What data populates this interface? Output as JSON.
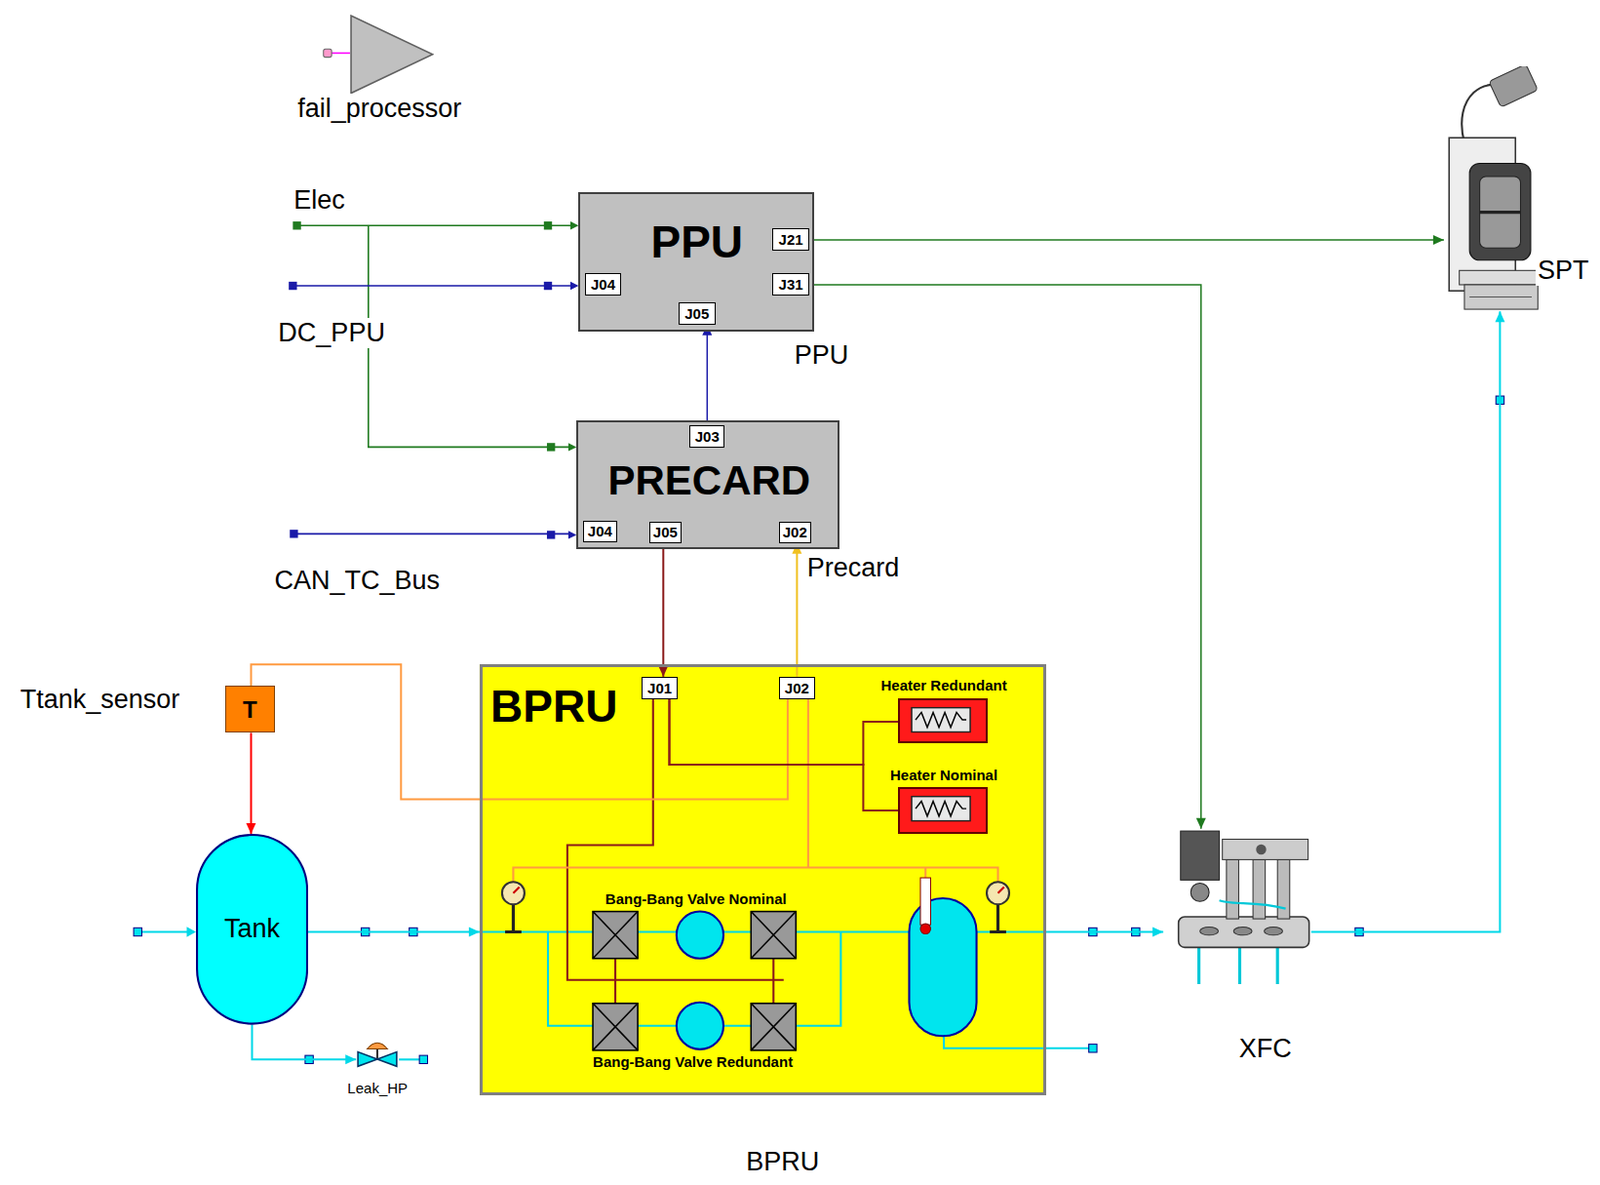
{
  "diagram": {
    "nodes": [
      {
        "text": [
          "fail_processor"
        ]
      },
      {
        "text": [
          "PPU",
          "PPU"
        ]
      },
      {
        "text": [
          "J21"
        ],
        "in": 1
      },
      {
        "text": [
          "J04"
        ],
        "in": 1
      },
      {
        "text": [
          "J31"
        ],
        "in": 1
      },
      {
        "text": [
          "J05"
        ],
        "in": 1
      },
      {
        "text": [
          "PRECARD",
          "Precard"
        ]
      },
      {
        "text": [
          "J03"
        ],
        "in": 6
      },
      {
        "text": [
          "J04"
        ],
        "in": 6
      },
      {
        "text": [
          "J05"
        ],
        "in": 6
      },
      {
        "text": [
          "J02"
        ],
        "in": 6
      },
      {
        "text": [
          "T",
          "Ttank_sensor"
        ]
      },
      {
        "text": [
          "Tank"
        ]
      },
      {
        "text": [
          "Leak_HP"
        ]
      },
      {
        "text": [
          "BPRU",
          "BPRU"
        ]
      },
      {
        "text": [
          "J01"
        ],
        "in": 14
      },
      {
        "text": [
          "J02"
        ],
        "in": 14
      },
      {
        "text": [
          "Heater Redundant"
        ],
        "in": 14
      },
      {
        "text": [
          "Heater Nominal"
        ],
        "in": 14
      },
      {
        "text": [
          "XFC"
        ]
      },
      {
        "text": [
          "SPT"
        ]
      }
    ],
    "edges": [
      {
        "from": 7,
        "to": 5,
        "arrow": "to"
      },
      {
        "from": 2,
        "to": 20,
        "arrow": "to"
      },
      {
        "from": 4,
        "to": 19,
        "arrow": "to"
      },
      {
        "from": 9,
        "to": 15,
        "arrow": "to"
      },
      {
        "from": 16,
        "to": 10,
        "arrow": "to"
      },
      {
        "from": 11,
        "to": 12,
        "arrow": "to"
      },
      {
        "from": 11,
        "to": 16,
        "arrow": "none"
      },
      {
        "from": 12,
        "to": 14,
        "arrow": "to"
      },
      {
        "from": 12,
        "to": 13,
        "arrow": "to"
      },
      {
        "from": 14,
        "to": 19,
        "arrow": "to"
      },
      {
        "from": 19,
        "to": 20,
        "arrow": "to"
      },
      {
        "from": 15,
        "to": 17,
        "arrow": "none"
      },
      {
        "from": 15,
        "to": 18,
        "arrow": "none"
      }
    ],
    "labels": [
      "Elec",
      "DC_PPU",
      "CAN_TC_Bus",
      "Bang-Bang Valve Nominal",
      "Bang-Bang Valve Redundant"
    ]
  }
}
